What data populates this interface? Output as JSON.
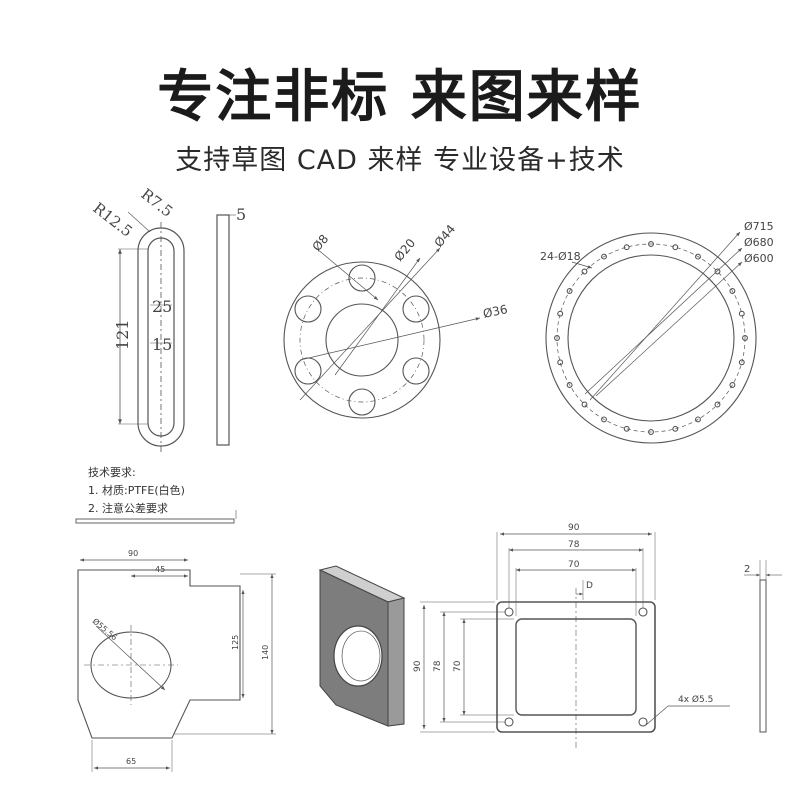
{
  "headline": "专注非标 来图来样",
  "subheadline": "支持草图 CAD 来样 专业设备+技术",
  "slot": {
    "r1": "R7.5",
    "r2": "R12.5",
    "d1": "25",
    "d2": "15",
    "length": "121",
    "thickness": "5"
  },
  "flange": {
    "d_hole": "Ø8",
    "d_inner": "Ø20",
    "d_outer": "Ø44",
    "d_pcd": "Ø36"
  },
  "ring": {
    "holes": "24-Ø18",
    "d1": "Ø715",
    "d2": "Ø680",
    "d3": "Ø600"
  },
  "notes": {
    "title": "技术要求:",
    "line1": "1. 材质:PTFE(白色)",
    "line2": "2. 注意公差要求"
  },
  "plate": {
    "top_width": "90",
    "half_width": "45",
    "hole_dia": "Ø55.56",
    "height_inner": "125",
    "height_total": "140",
    "bottom_width": "65"
  },
  "frame": {
    "w1": "90",
    "w2": "78",
    "w3": "70",
    "small": "D",
    "h1": "90",
    "h2": "78",
    "h3": "70",
    "holes": "4x Ø5.5"
  },
  "side": {
    "thickness": "2"
  }
}
